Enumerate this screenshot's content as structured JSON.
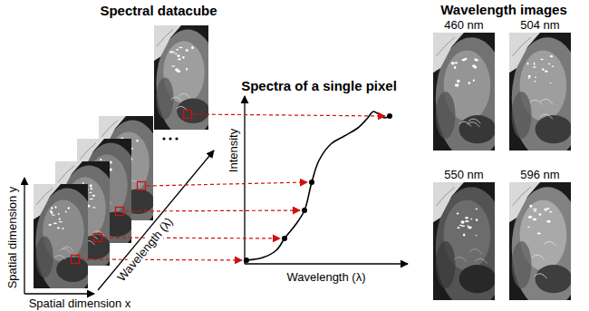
{
  "diagram": {
    "nodes": [
      {
        "text": [
          "460 nm"
        ]
      },
      {
        "text": [
          "504 nm"
        ]
      },
      {
        "text": [
          "550 nm"
        ]
      },
      {
        "text": [
          "596 nm"
        ]
      }
    ],
    "labels": [
      "Spectral datacube",
      "Spectra of a single pixel",
      "Wavelength images",
      "Spatial dimension y",
      "Spatial dimension x",
      "Wavelength (λ)",
      "Intensity",
      "Wavelength (λ)"
    ]
  }
}
